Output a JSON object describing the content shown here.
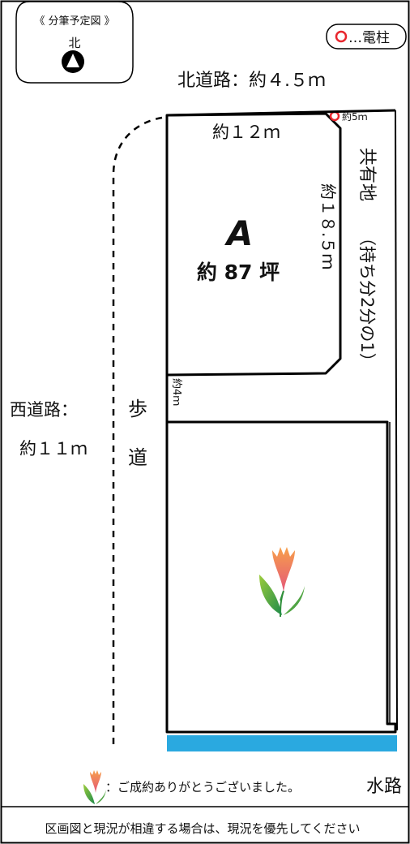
{
  "compass": {
    "title": "《 分筆予定図 》",
    "north_label": "北",
    "icon": "north-arrow-icon"
  },
  "legend_pole": {
    "text": "…電柱",
    "icon": "utility-pole-icon",
    "color": "#e8262d"
  },
  "roads": {
    "north": "北道路：約４.５ｍ",
    "west_line1": "西道路：",
    "west_line2": "約１１ｍ"
  },
  "sidewalk": {
    "char1": "歩",
    "char2": "道"
  },
  "lot_a": {
    "letter": "A",
    "area": "約 87 坪",
    "top_width": "約１２ｍ",
    "right_depth": "約１８.５ｍ",
    "corner_cut": "約5ｍ"
  },
  "shared_land": {
    "line1": "共有地",
    "line2": "（持ち分2分の1）"
  },
  "access_road": "約4ｍ",
  "waterway": {
    "label": "水路",
    "color": "#2aa9e0"
  },
  "sold_note": {
    "icon": "tulip-icon",
    "text": "：ご成約ありがとうございました。"
  },
  "disclaimer": "区画図と現況が相違する場合は、現況を優先してください"
}
